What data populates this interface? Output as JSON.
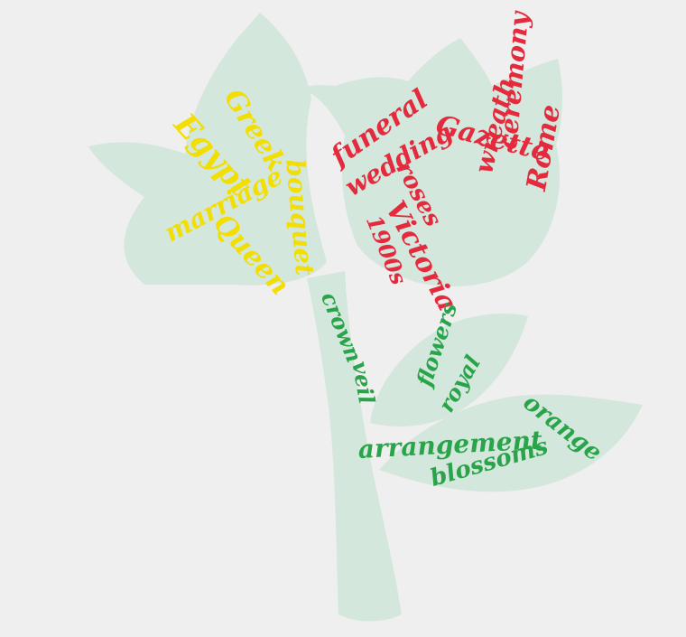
{
  "colors": {
    "background": "#efefef",
    "silhouette": "#d4e7dc",
    "petal_words_left": "#f2de00",
    "petal_words_right": "#e42a3d",
    "stem_words": "#2aa44a"
  },
  "shape": "tulip-silhouette",
  "words": {
    "left_flower": [
      "Greek",
      "Egypt",
      "bouquet",
      "marriage",
      "Queen"
    ],
    "right_flower": [
      "funeral",
      "wedding",
      "Gazette",
      "roses",
      "wreath",
      "ceremony",
      "Victoria",
      "1900s",
      "Rome"
    ],
    "stem": [
      "crown",
      "veil",
      "flowers",
      "royal",
      "arrangement",
      "orange",
      "blossoms"
    ]
  }
}
